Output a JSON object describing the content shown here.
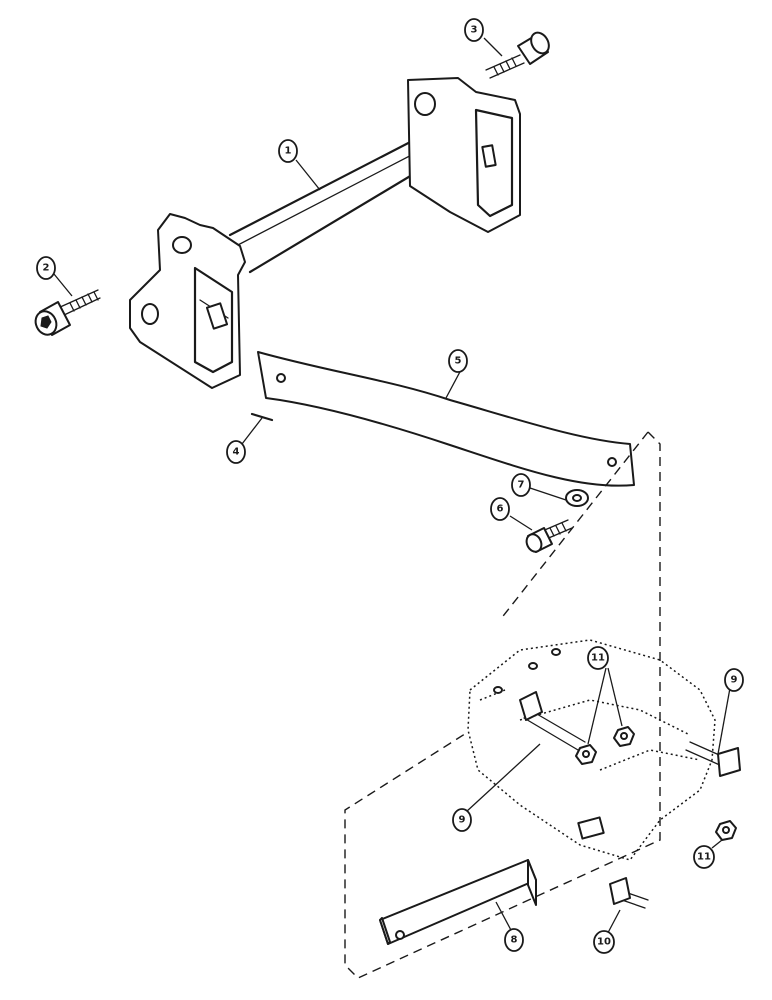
{
  "callouts": {
    "c1": "1",
    "c2": "2",
    "c3": "3",
    "c4": "4",
    "c5": "5",
    "c6": "6",
    "c7": "7",
    "c8": "8",
    "c9a": "9",
    "c9b": "9",
    "c10": "10",
    "c11a": "11",
    "c11b": "11"
  },
  "colors": {
    "ink": "#1a1a1a",
    "paper": "#ffffff"
  }
}
